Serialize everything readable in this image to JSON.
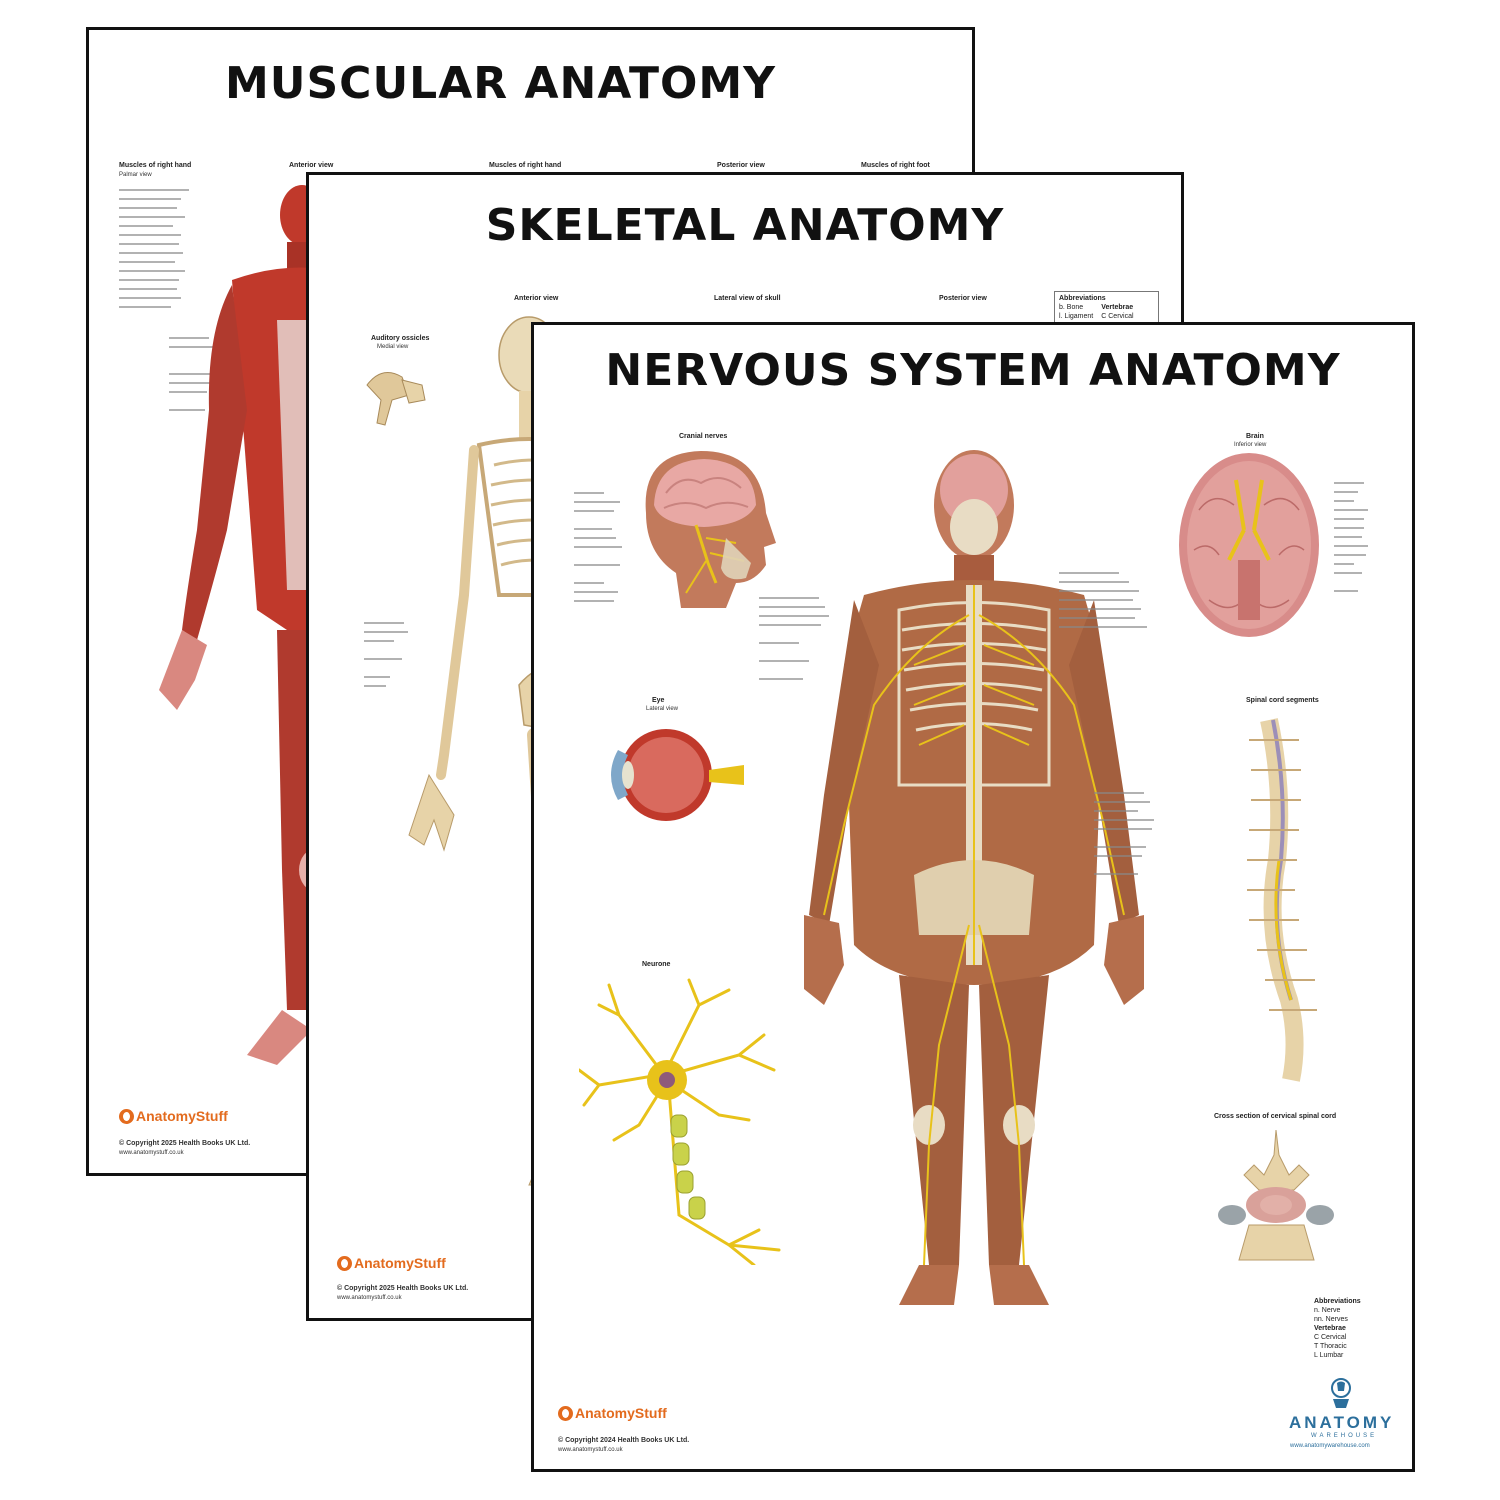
{
  "posters": {
    "muscular": {
      "title": "MUSCULAR ANATOMY",
      "sections": {
        "hand_palmar": "Muscles of right hand",
        "hand_palmar_sub": "Palmar view",
        "anterior": "Anterior view",
        "hand_dorsal": "Muscles of right hand",
        "posterior": "Posterior view",
        "foot": "Muscles of right foot"
      },
      "brand": "AnatomyStuff",
      "copyright": "© Copyright 2025 Health Books UK Ltd.",
      "site": "www.anatomystuff.co.uk"
    },
    "skeletal": {
      "title": "SKELETAL ANATOMY",
      "sections": {
        "anterior": "Anterior view",
        "lateral_skull": "Lateral view of skull",
        "posterior": "Posterior view",
        "ossicles": "Auditory ossicles",
        "ossicles_sub": "Medial view"
      },
      "abbreviations": {
        "heading": "Abbreviations",
        "items": [
          "b. Bone",
          "l. Ligament"
        ],
        "vertebrae_heading": "Vertebrae",
        "vertebrae_items": [
          "C Cervical"
        ]
      },
      "brand": "AnatomyStuff",
      "copyright": "© Copyright 2025 Health Books UK Ltd.",
      "site": "www.anatomystuff.co.uk"
    },
    "nervous": {
      "title": "NERVOUS SYSTEM ANATOMY",
      "sections": {
        "cranial": "Cranial nerves",
        "brain": "Brain",
        "brain_sub": "Inferior view",
        "eye": "Eye",
        "eye_sub": "Lateral view",
        "spinal_segments": "Spinal cord segments",
        "neurone": "Neurone",
        "cross_section": "Cross section of cervical spinal cord"
      },
      "abbreviations": {
        "heading": "Abbreviations",
        "items": [
          "n. Nerve",
          "nn. Nerves"
        ],
        "vertebrae_heading": "Vertebrae",
        "vertebrae_items": [
          "C Cervical",
          "T Thoracic",
          "L Lumbar"
        ]
      },
      "brand": "AnatomyStuff",
      "copyright": "© Copyright 2024 Health Books UK Ltd.",
      "site": "www.anatomystuff.co.uk",
      "warehouse": {
        "name": "ANATOMY",
        "sub": "WAREHOUSE",
        "site": "www.anatomywarehouse.com"
      }
    }
  },
  "colors": {
    "muscle": "#c0392b",
    "bone": "#e7d3a8",
    "nerve": "#e8c21a",
    "skin": "#b06a45",
    "brand": "#e36b1e",
    "warehouse": "#2c6f9c"
  }
}
